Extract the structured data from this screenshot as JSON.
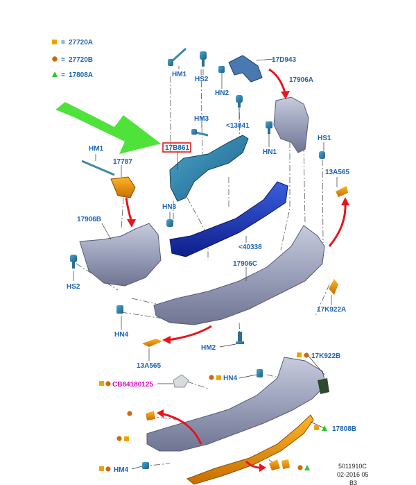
{
  "legend": [
    {
      "code": "27720A",
      "marker": "square",
      "color": "#f2a000"
    },
    {
      "code": "27720B",
      "marker": "circle",
      "color": "#cc6a10"
    },
    {
      "code": "17808A",
      "marker": "triangle",
      "color": "#2ec42e"
    }
  ],
  "colors": {
    "label_blue": "#1a64b4",
    "highlight_red": "#e8141c",
    "pointer_green": "#4ee23a",
    "special_magenta": "#e000c8"
  },
  "labels": {
    "hm1_top": "HM1",
    "hs2_top": "HS2",
    "hn2": "HN2",
    "p17d943": "17D943",
    "p17906a": "17906A",
    "p13841": "<13841",
    "hm3": "HM3",
    "p17b861": "17B861",
    "hm1_left": "HM1",
    "p17787": "17787",
    "hn1": "HN1",
    "hs1": "HS1",
    "p13a565_right": "13A565",
    "hn3": "HN3",
    "p17906b": "17906B",
    "p40338": "<40338",
    "p17906c": "17906C",
    "hs2_left": "HS2",
    "p17k922a": "17K922A",
    "hn4_top": "HN4",
    "hm2": "HM2",
    "p13a565_bottom": "13A565",
    "p17k922b": "17K922B",
    "hn4_lower": "HN4",
    "cb84180125": "CB84180125",
    "p17808b": "17808B",
    "hm4": "HM4"
  },
  "footer": {
    "line1": "5011910C",
    "line2": "02-2016 05",
    "line3": "B3"
  }
}
